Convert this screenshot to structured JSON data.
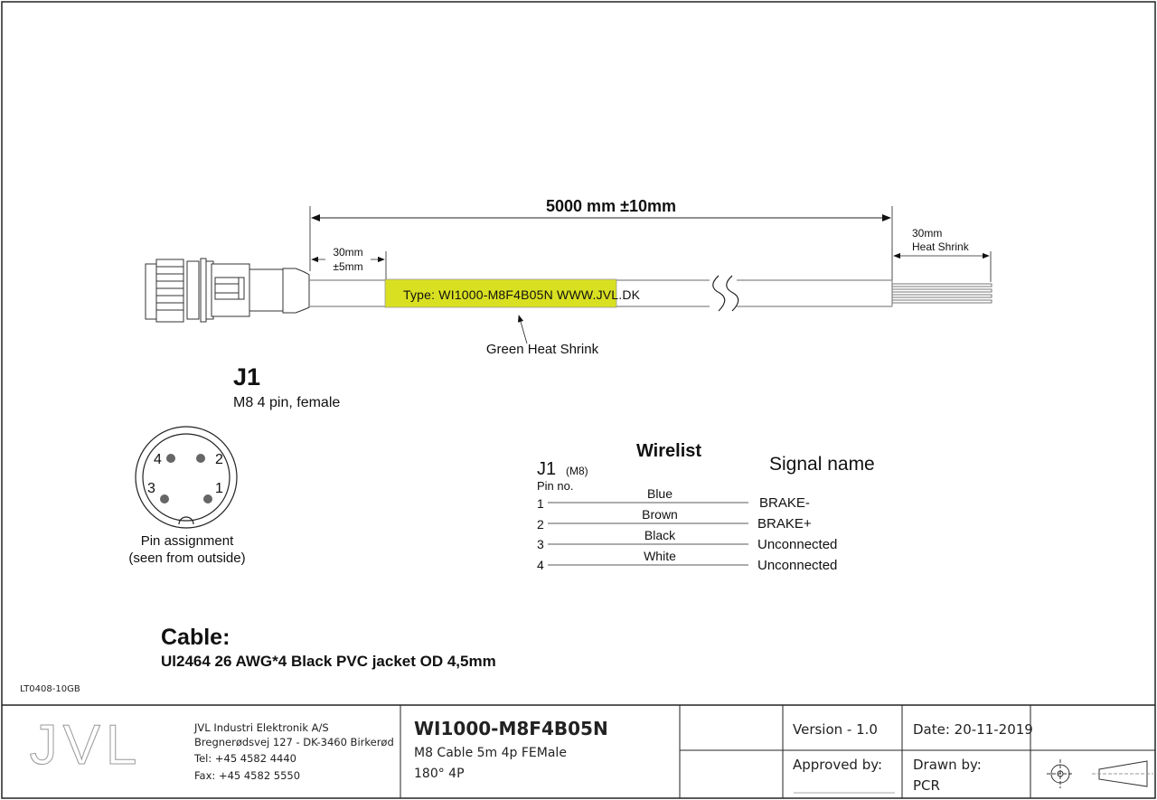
{
  "drawing": {
    "total_length": "5000 mm ±10mm",
    "left_strip": [
      "30mm",
      "±5mm"
    ],
    "right_strip": [
      "30mm",
      "Heat Shrink"
    ],
    "label_text": "Type: WI1000-M8F4B05N WWW.JVL.DK",
    "label_callout": "Green Heat Shrink",
    "label_color": "#d9e021",
    "connector_title": "J1",
    "connector_desc": "M8 4 pin, female",
    "pins": [
      "1",
      "2",
      "3",
      "4"
    ],
    "pin_caption": [
      "Pin assignment",
      "(seen from outside)"
    ]
  },
  "wirelist": {
    "title": "Wirelist",
    "connector": "J1",
    "connector_sub": "(M8)",
    "pin_header": "Pin no.",
    "signal_header": "Signal name",
    "rows": [
      {
        "pin": "1",
        "color": "Blue",
        "signal": "BRAKE-"
      },
      {
        "pin": "2",
        "color": "Brown",
        "signal": "BRAKE+"
      },
      {
        "pin": "3",
        "color": "Black",
        "signal": "Unconnected"
      },
      {
        "pin": "4",
        "color": "White",
        "signal": "Unconnected"
      }
    ]
  },
  "cable": {
    "heading": "Cable:",
    "spec": "Ul2464 26 AWG*4 Black PVC jacket OD 4,5mm"
  },
  "doc_code": "LT0408-10GB",
  "title_block": {
    "logo": "JVL",
    "company": "JVL Industri Elektronik A/S",
    "address": "Bregnerødsvej 127 - DK-3460 Birkerød",
    "tel": "Tel: +45 4582 4440",
    "fax": "Fax: +45 4582 5550",
    "part_no": "WI1000-M8F4B05N",
    "desc1": "M8 Cable 5m 4p FEMale",
    "desc2": "180° 4P",
    "version": "Version - 1.0",
    "date": "Date: 20-11-2019",
    "approved": "Approved by:",
    "drawn_label": "Drawn by:",
    "drawn_by": "PCR"
  }
}
